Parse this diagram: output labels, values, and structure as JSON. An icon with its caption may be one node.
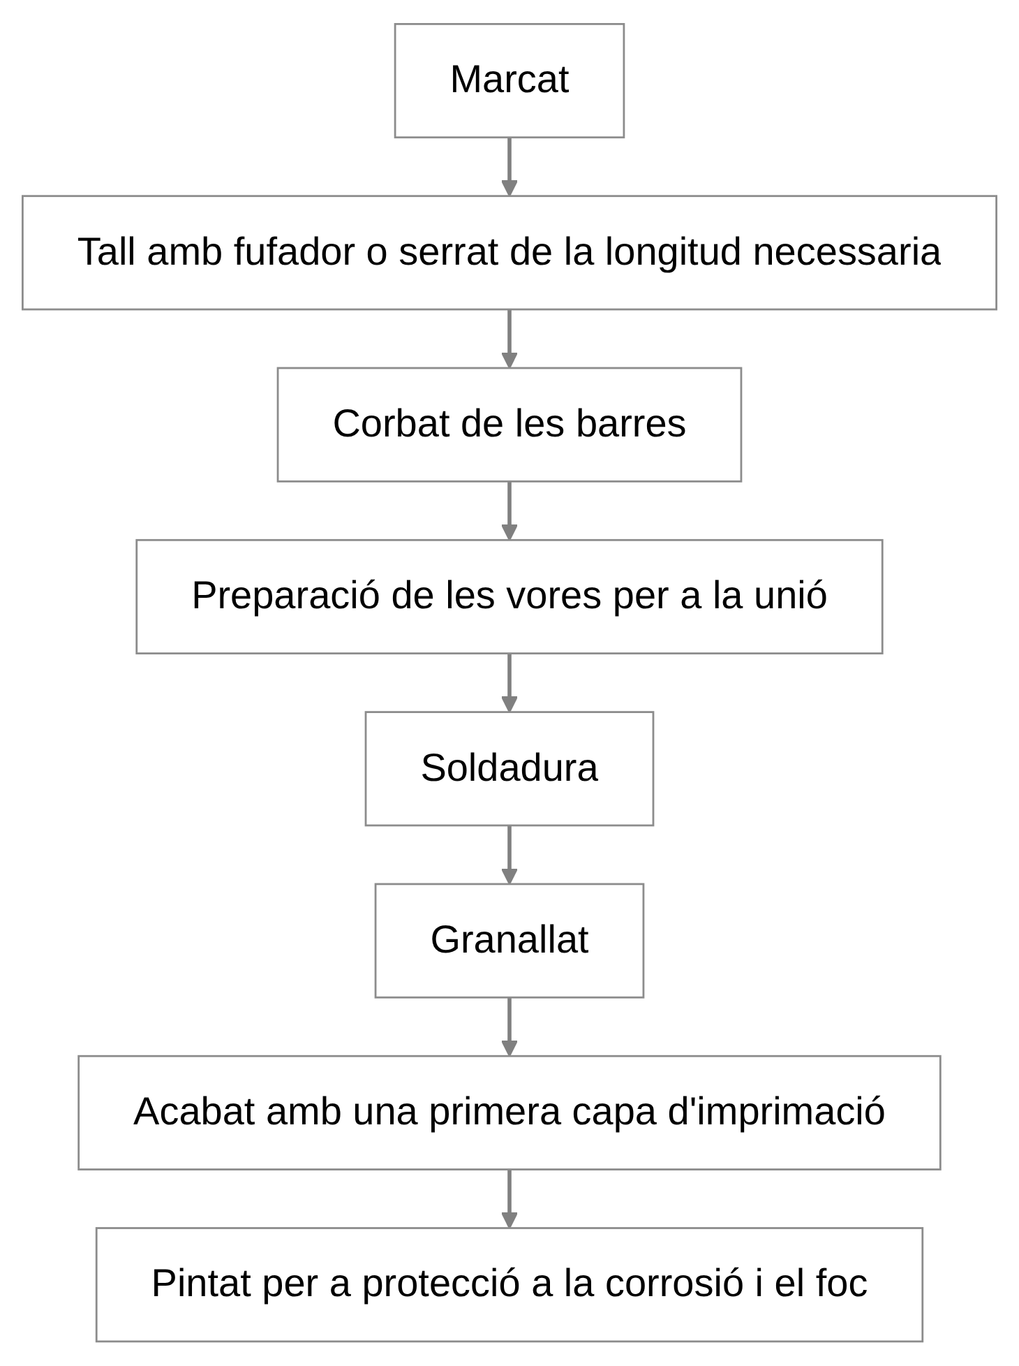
{
  "diagram": {
    "nodes": [
      {
        "text": [
          "Marcat"
        ]
      },
      {
        "text": [
          "Tall amb fufador o serrat de la longitud necessaria"
        ]
      },
      {
        "text": [
          "Corbat de les barres"
        ]
      },
      {
        "text": [
          "Preparació de les vores per a la unió"
        ]
      },
      {
        "text": [
          "Soldadura"
        ]
      },
      {
        "text": [
          "Granallat"
        ]
      },
      {
        "text": [
          "Acabat amb una primera capa d'imprimació"
        ]
      },
      {
        "text": [
          "Pintat per a protecció a la corrosió i el foc"
        ]
      }
    ],
    "edges": [
      {
        "from": 0,
        "to": 1,
        "arrow": "to"
      },
      {
        "from": 1,
        "to": 2,
        "arrow": "to"
      },
      {
        "from": 2,
        "to": 3,
        "arrow": "to"
      },
      {
        "from": 3,
        "to": 4,
        "arrow": "to"
      },
      {
        "from": 4,
        "to": 5,
        "arrow": "to"
      },
      {
        "from": 5,
        "to": 6,
        "arrow": "to"
      },
      {
        "from": 6,
        "to": 7,
        "arrow": "to"
      }
    ]
  }
}
